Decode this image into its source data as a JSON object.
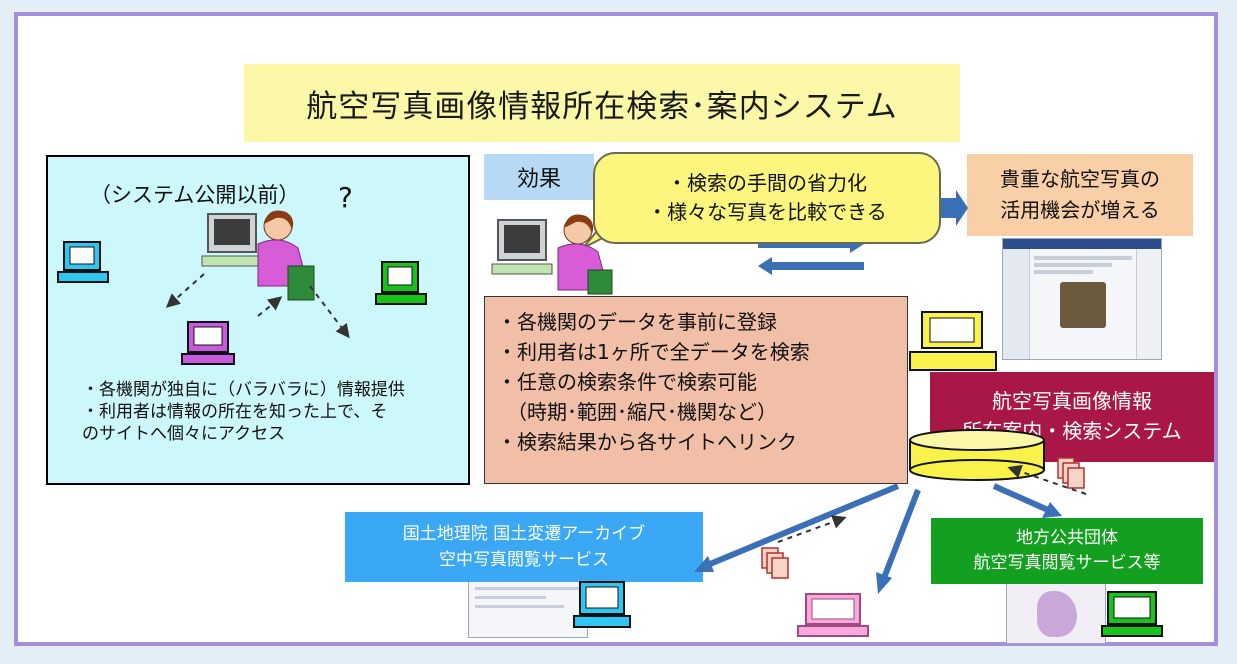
{
  "title": "航空写真画像情報所在検索･案内システム",
  "before": {
    "heading": "（システム公開以前）",
    "question": "?",
    "lines": [
      "・各機関が独自に（バラバラに）情報提供",
      "・利用者は情報の所在を知った上で、そ",
      "のサイトへ個々にアクセス"
    ]
  },
  "effect": {
    "label": "効果",
    "bubble_lines": [
      "・検索の手間の省力化",
      "・様々な写真を比較できる"
    ]
  },
  "value_lines": [
    "貴重な航空写真の",
    "活用機会が増える"
  ],
  "features": [
    "・各機関のデータを事前に登録",
    "・利用者は1ヶ所で全データを検索",
    "・任意の検索条件で検索可能",
    "　（時期･範囲･縮尺･機関など）",
    "・検索結果から各サイトへリンク"
  ],
  "system_lines": [
    "航空写真画像情報",
    "所在案内・検索システム"
  ],
  "gsi_lines": [
    "国土地理院  国土変遷アーカイブ",
    "空中写真閲覧サービス"
  ],
  "local_lines": [
    "地方公共団体",
    "航空写真閲覧サービス等"
  ],
  "colors": {
    "frame": "#a58fd8",
    "title_bg": "#fbf8a8",
    "before_bg": "#ccf7fb",
    "effect_bg": "#b8d9f3",
    "bubble_bg": "#fcf67e",
    "value_bg": "#f8cfa6",
    "features_bg": "#f1bea7",
    "system_bg": "#a81746",
    "gsi_bg": "#3aa8f5",
    "local_bg": "#13a020",
    "arrow": "#3b6fb6",
    "pc_cyan": "#2fc6f2",
    "pc_purple": "#c65be0",
    "pc_green": "#18c41a",
    "pc_pink": "#f8a8dc",
    "pc_yellow": "#f8f24a"
  },
  "icons": [
    "computer-icon",
    "user-at-computer-icon",
    "database-icon",
    "document-stack-icon",
    "arrow-icon",
    "dashed-arrow-icon",
    "website-screenshot"
  ]
}
